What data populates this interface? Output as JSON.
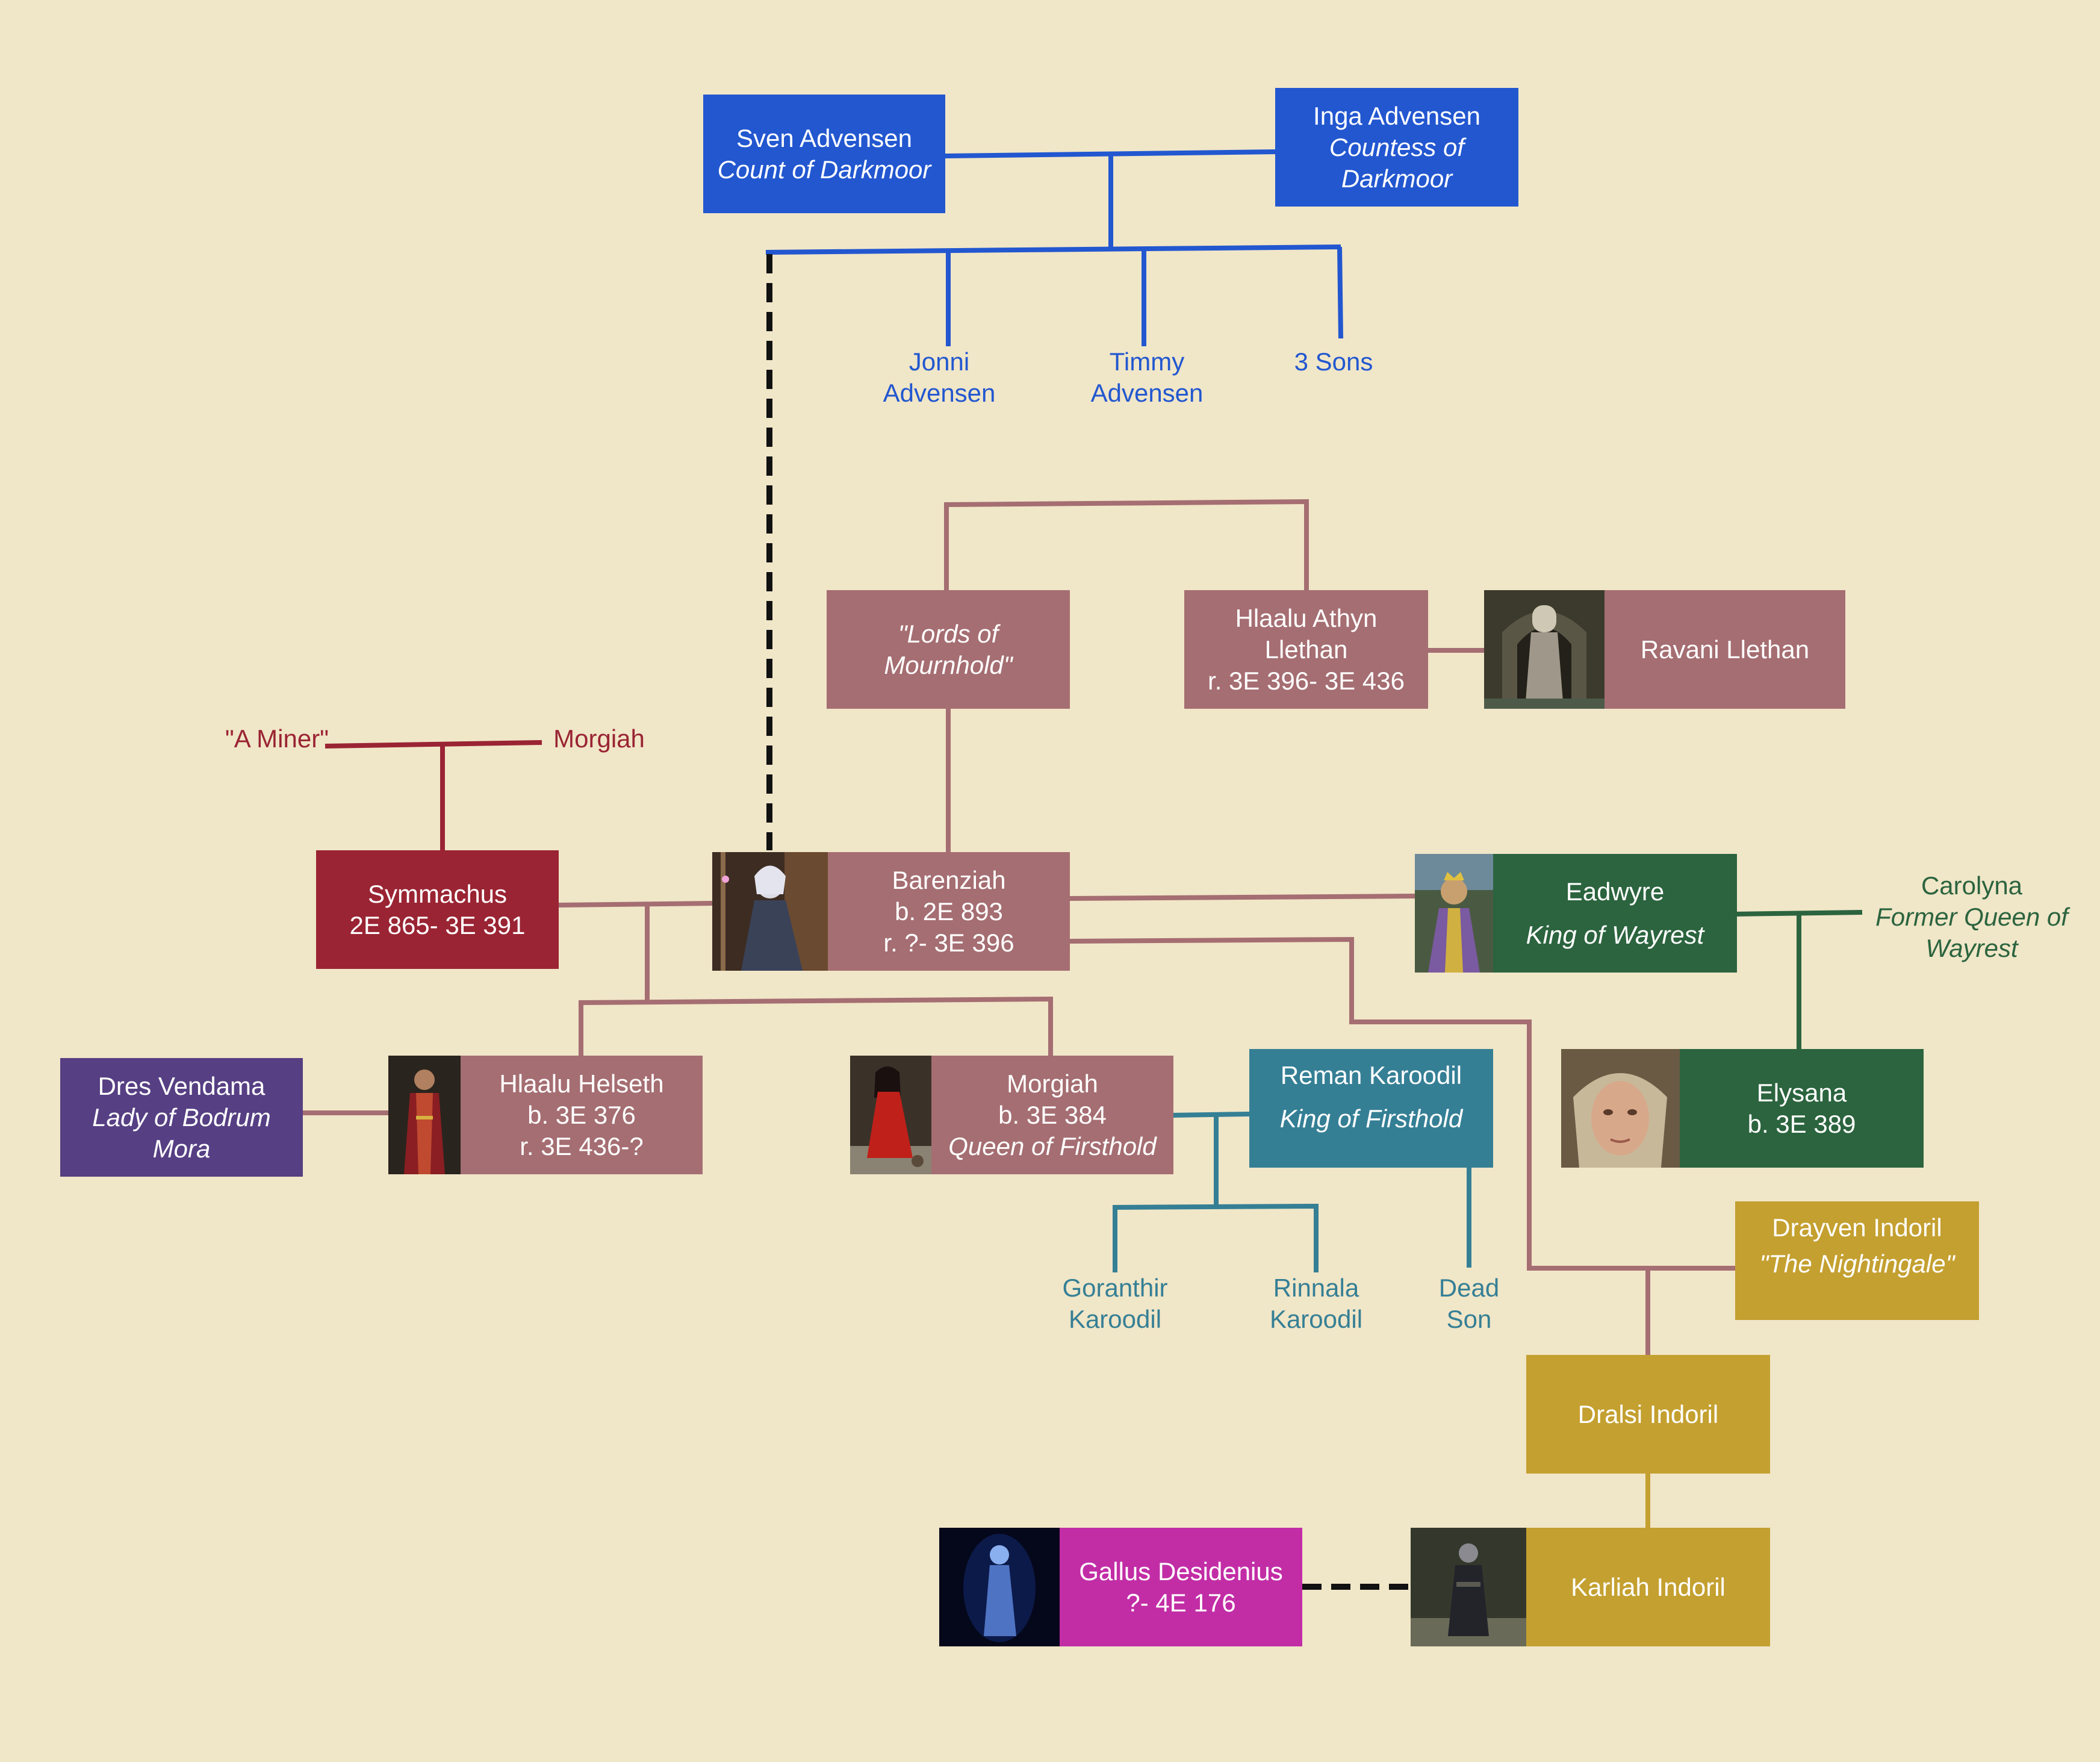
{
  "colors": {
    "background": "#f0e6c8",
    "advensen": "#2257d0",
    "mournhold": "#a56e72",
    "symmachus": "#9a2433",
    "wayrest": "#2b643e",
    "firsthold": "#357f95",
    "indoril": "#c4a030",
    "vendama": "#563f83",
    "gallus": "#c22da6",
    "dashed_link": "#111111"
  },
  "people": {
    "sven": {
      "name": "Sven Advensen",
      "title": "Count of Darkmoor"
    },
    "inga": {
      "name": "Inga Advensen",
      "title_1": "Countess of",
      "title_2": "Darkmoor"
    },
    "jonni": {
      "line1": "Jonni",
      "line2": "Advensen"
    },
    "timmy": {
      "line1": "Timmy",
      "line2": "Advensen"
    },
    "sons": {
      "line1": "3 Sons"
    },
    "lords": {
      "line1": "\"Lords of",
      "line2": "Mournhold\""
    },
    "athyn": {
      "line1": "Hlaalu Athyn",
      "line2": "Llethan",
      "line3": "r. 3E 396- 3E 436"
    },
    "ravani": {
      "name": "Ravani Llethan"
    },
    "miner": {
      "name": "\"A Miner\""
    },
    "morgiah_elder": {
      "name": "Morgiah"
    },
    "symmachus": {
      "name": "Symmachus",
      "dates": "2E 865- 3E 391"
    },
    "barenziah": {
      "name": "Barenziah",
      "born": "b. 2E 893",
      "reign": "r. ?- 3E 396"
    },
    "eadwyre": {
      "name": "Eadwyre",
      "title": "King of Wayrest"
    },
    "carolyna": {
      "name": "Carolyna",
      "title_1": "Former Queen of",
      "title_2": "Wayrest"
    },
    "vendama": {
      "name": "Dres Vendama",
      "title_1": "Lady of Bodrum",
      "title_2": "Mora"
    },
    "helseth": {
      "name": "Hlaalu Helseth",
      "born": "b. 3E 376",
      "reign": "r. 3E 436-?"
    },
    "morgiah": {
      "name": "Morgiah",
      "born": "b. 3E 384",
      "title": "Queen of Firsthold"
    },
    "reman": {
      "name": "Reman Karoodil",
      "title": "King of Firsthold"
    },
    "elysana": {
      "name": "Elysana",
      "born": "b. 3E 389"
    },
    "goranthir": {
      "line1": "Goranthir",
      "line2": "Karoodil"
    },
    "rinnala": {
      "line1": "Rinnala",
      "line2": "Karoodil"
    },
    "deadson": {
      "line1": "Dead",
      "line2": "Son"
    },
    "drayven": {
      "name": "Drayven Indoril",
      "title": "\"The Nightingale\""
    },
    "dralsi": {
      "name": "Dralsi Indoril"
    },
    "gallus": {
      "name": "Gallus Desidenius",
      "dates": "?- 4E 176"
    },
    "karliah": {
      "name": "Karliah Indoril"
    }
  }
}
